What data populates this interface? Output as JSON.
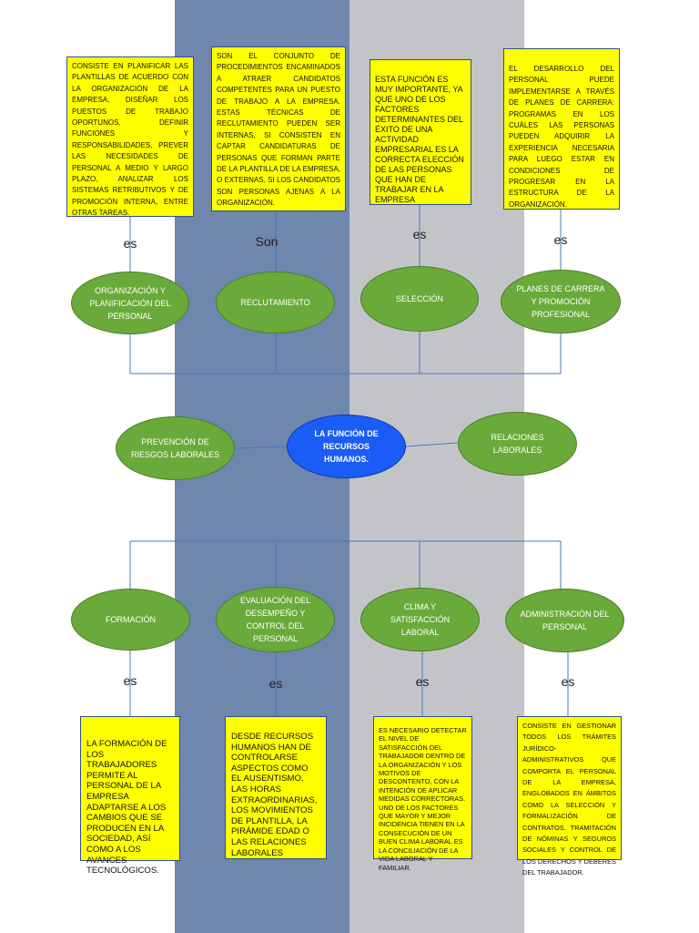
{
  "colors": {
    "blue_band": "#6f86ad",
    "gray_band": "#c3c4c8",
    "box_fill": "#ffff00",
    "node_green": "#6aaa3a",
    "node_center": "#1a5cf5"
  },
  "center": {
    "label": "LA FUNCIÓN DE RECURSOS HUMANOS."
  },
  "side_nodes": {
    "left": "PREVENCIÓN DE RIESGOS LABORALES",
    "right": "RELACIONES LABORALES"
  },
  "top_nodes": [
    {
      "label": "ORGANIZACIÓN Y PLANIFICACIÓN DEL PERSONAL",
      "connector": "es",
      "description": "CONSISTE EN PLANIFICAR LAS PLANTILLAS DE ACUERDO CON LA ORGANIZACIÓN DE LA EMPRESA, DISEÑAR LOS PUESTOS DE TRABAJO OPORTUNOS, DEFINIR FUNCIONES Y RESPONSABILIDADES, PREVER LAS NECESIDADES DE PERSONAL A MEDIO Y LARGO PLAZO, ANALIZAR LOS SISTEMAS RETRIBUTIVOS Y DE PROMOCIÓN INTERNA, ENTRE OTRAS TAREAS."
    },
    {
      "label": "RECLUTAMIENTO",
      "connector": "Son",
      "description": "SON EL CONJUNTO DE PROCEDIMIENTOS ENCAMINADOS A ATRAER CANDIDATOS COMPETENTES PARA UN PUESTO DE TRABAJO A LA EMPRESA. ESTAS TÉCNICAS DE RECLUTAMIENTO PUEDEN SER INTERNAS, SI CONSISTEN EN CAPTAR CANDIDATURAS DE PERSONAS QUE FORMAN PARTE DE LA PLANTILLA DE LA EMPRESA, O EXTERNAS, SI LOS CANDIDATOS SON PERSONAS AJENAS A LA ORGANIZACIÓN."
    },
    {
      "label": "SELECCIÓN",
      "connector": "es",
      "description": "ESTA FUNCIÓN ES MUY IMPORTANTE, YA QUE UNO DE LOS FACTORES DETERMINANTES DEL ÉXITO DE UNA ACTIVIDAD EMPRESARIAL ES LA CORRECTA ELECCIÓN DE LAS PERSONAS QUE HAN DE TRABAJAR EN LA EMPRESA"
    },
    {
      "label": "PLANES DE CARRERA Y PROMOCIÓN PROFESIONAL",
      "connector": "es",
      "description": "EL DESARROLLO DEL PERSONAL PUEDE IMPLEMENTARSE A TRAVÉS DE PLANES DE CARRERA: PROGRAMAS EN LOS CUÁLES LAS PERSONAS PUEDEN ADQUIRIR LA EXPERIENCIA NECESARIA PARA LUEGO ESTAR EN CONDICIONES DE PROGRESAR EN LA ESTRUCTURA DE LA ORGANIZACIÓN."
    }
  ],
  "bottom_nodes": [
    {
      "label": "FORMACIÓN",
      "connector": "es",
      "description": "LA FORMACIÓN DE LOS TRABAJADORES PERMITE AL PERSONAL DE LA EMPRESA ADAPTARSE A LOS CAMBIOS QUE SE PRODUCEN EN LA SOCIEDAD, ASÍ COMO A LOS AVANCES TECNOLÓGICOS."
    },
    {
      "label": "EVALUACIÓN DEL DESEMPEÑO Y CONTROL DEL PERSONAL",
      "connector": "es",
      "description": "DESDE RECURSOS HUMANOS HAN DE CONTROLARSE ASPECTOS COMO EL AUSENTISMO, LAS HORAS EXTRAORDINARIAS, LOS MOVIMIENTOS DE PLANTILLA, LA PIRÁMIDE EDAD O LAS RELACIONES LABORALES"
    },
    {
      "label": "CLIMA Y SATISFACCIÓN LABORAL",
      "connector": "es",
      "description": "ES NECESARIO DETECTAR EL NIVEL DE SATISFACCIÓN DEL TRABAJADOR DENTRO DE LA ORGANIZACIÓN Y LOS MOTIVOS DE DESCONTENTO, CON LA INTENCIÓN DE APLICAR MEDIDAS CORRECTORAS. UNO DE LOS FACTORES QUE MAYOR Y MEJOR INCIDENCIA TIENEN EN LA CONSECUCIÓN DE UN BUEN CLIMA LABORAL ES LA CONCILIACIÓN DE LA VIDA LABORAL Y FAMILIAR."
    },
    {
      "label": "ADMINISTRACIÓN DEL PERSONAL",
      "connector": "es",
      "description": "CONSISTE EN GESTIONAR TODOS LOS TRÁMITES JURÍDICO-ADMINISTRATIVOS QUE COMPORTA EL PERSONAL DE LA EMPRESA, ENGLOBADOS EN ÁMBITOS COMO LA SELECCIÓN Y FORMALIZACIÓN DE CONTRATOS, TRAMITACIÓN DE NÓMINAS Y SEGUROS SOCIALES Y CONTROL DE LOS DERECHOS Y DEBERES DEL TRABAJADOR."
    }
  ]
}
